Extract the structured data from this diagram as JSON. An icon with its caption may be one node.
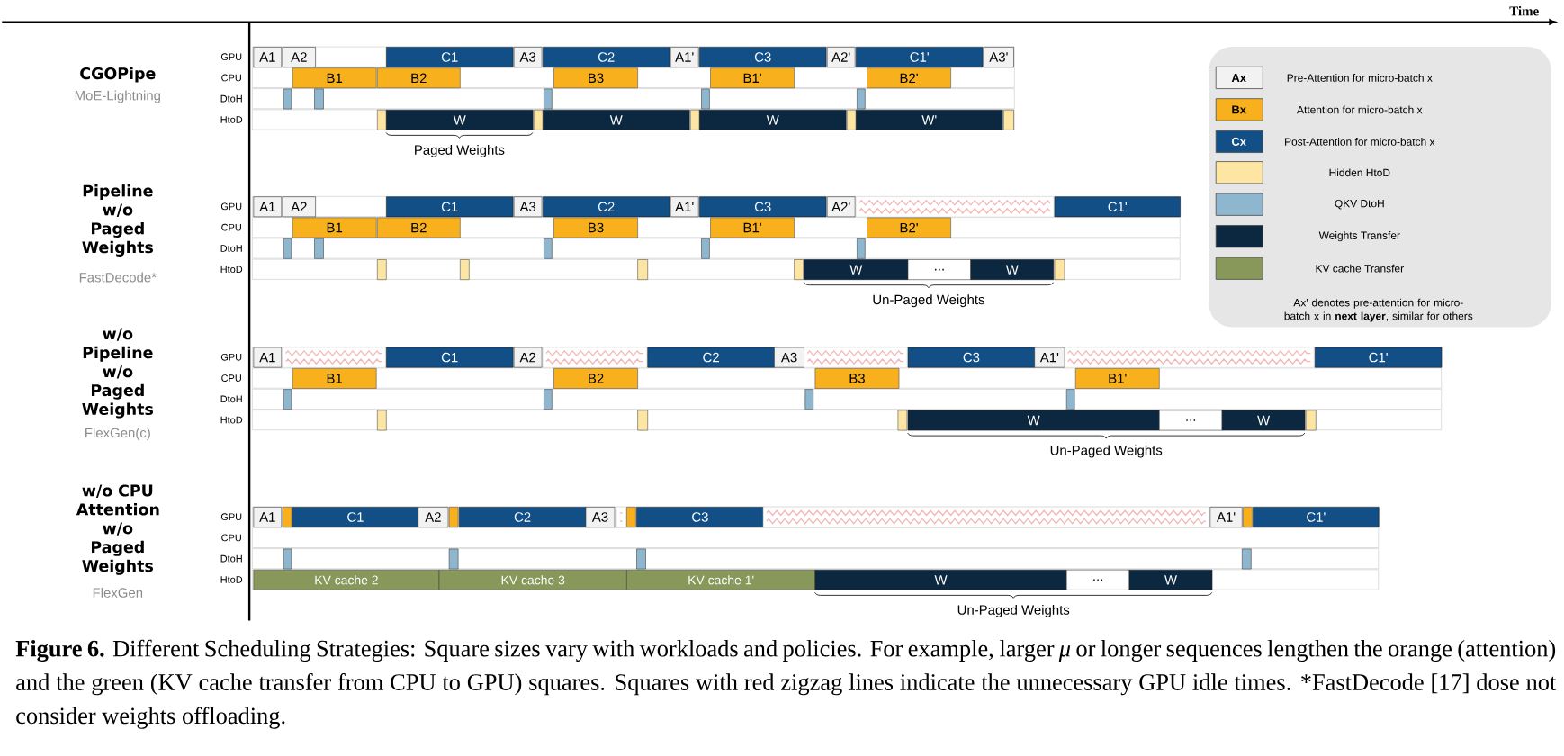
{
  "diagram": {
    "caption": "**Figure 6.** Different Scheduling Strategies: Square sizes vary with workloads and policies. For example, larger *μ* or longer sequences lengthen the orange (attention) and the green (KV cache transfer from CPU to GPU) squares. Squares with red zigzag lines indicate the unnecessary GPU idle times. *FastDecode [17] dose not consider weights offloading.",
    "nodes": [
      {
        "text": [
          "A1"
        ]
      },
      {
        "text": [
          "A2"
        ]
      },
      {
        "text": [
          "C1"
        ]
      },
      {
        "text": [
          "A3"
        ]
      },
      {
        "text": [
          "C2"
        ]
      },
      {
        "text": [
          "A1'"
        ]
      },
      {
        "text": [
          "C3"
        ]
      },
      {
        "text": [
          "A2'"
        ]
      },
      {
        "text": [
          "C1'"
        ]
      },
      {
        "text": [
          "A3'"
        ]
      },
      {
        "text": [
          "B1"
        ]
      },
      {
        "text": [
          "B2"
        ]
      },
      {
        "text": [
          "B3"
        ]
      },
      {
        "text": [
          "B1'"
        ]
      },
      {
        "text": [
          "B2'"
        ]
      },
      {
        "text": [],
        "shape": "box"
      },
      {
        "text": [],
        "shape": "box"
      },
      {
        "text": [],
        "shape": "box"
      },
      {
        "text": [],
        "shape": "box"
      },
      {
        "text": [],
        "shape": "box"
      },
      {
        "text": [],
        "shape": "box"
      },
      {
        "text": [
          "W"
        ]
      },
      {
        "text": [],
        "shape": "box"
      },
      {
        "text": [
          "W"
        ]
      },
      {
        "text": [],
        "shape": "box"
      },
      {
        "text": [
          "W"
        ]
      },
      {
        "text": [],
        "shape": "box"
      },
      {
        "text": [
          "W'"
        ]
      },
      {
        "text": [],
        "shape": "box"
      },
      {
        "text": [
          "A1"
        ]
      },
      {
        "text": [
          "A2"
        ]
      },
      {
        "text": [
          "C1"
        ]
      },
      {
        "text": [
          "A3"
        ]
      },
      {
        "text": [
          "C2"
        ]
      },
      {
        "text": [
          "A1'"
        ]
      },
      {
        "text": [
          "C3"
        ]
      },
      {
        "text": [
          "A2'"
        ]
      },
      {
        "text": [],
        "shape": "box"
      },
      {
        "text": [
          "C1'"
        ]
      },
      {
        "text": [
          "B1"
        ]
      },
      {
        "text": [
          "B2"
        ]
      },
      {
        "text": [
          "B3"
        ]
      },
      {
        "text": [
          "B1'"
        ]
      },
      {
        "text": [
          "B2'"
        ]
      },
      {
        "text": [],
        "shape": "box"
      },
      {
        "text": [],
        "shape": "box"
      },
      {
        "text": [],
        "shape": "box"
      },
      {
        "text": [],
        "shape": "box"
      },
      {
        "text": [],
        "shape": "box"
      },
      {
        "text": [],
        "shape": "box"
      },
      {
        "text": [],
        "shape": "box"
      },
      {
        "text": [],
        "shape": "box"
      },
      {
        "text": [],
        "shape": "box"
      },
      {
        "text": [
          "W"
        ]
      },
      {
        "text": [
          "..."
        ]
      },
      {
        "text": [
          "W"
        ]
      },
      {
        "text": [],
        "shape": "box"
      },
      {
        "text": [
          "A1"
        ]
      },
      {
        "text": [],
        "shape": "box"
      },
      {
        "text": [
          "C1"
        ]
      },
      {
        "text": [
          "A2"
        ]
      },
      {
        "text": [],
        "shape": "box"
      },
      {
        "text": [
          "C2"
        ]
      },
      {
        "text": [
          "A3"
        ]
      },
      {
        "text": [],
        "shape": "box"
      },
      {
        "text": [
          "C3"
        ]
      },
      {
        "text": [
          "A1'"
        ]
      },
      {
        "text": [],
        "shape": "box"
      },
      {
        "text": [
          "C1'"
        ]
      },
      {
        "text": [
          "B1"
        ]
      },
      {
        "text": [
          "B2"
        ]
      },
      {
        "text": [
          "B3"
        ]
      },
      {
        "text": [
          "B1'"
        ]
      },
      {
        "text": [],
        "shape": "box"
      },
      {
        "text": [],
        "shape": "box"
      },
      {
        "text": [],
        "shape": "box"
      },
      {
        "text": [],
        "shape": "box"
      },
      {
        "text": [],
        "shape": "box"
      },
      {
        "text": [],
        "shape": "box"
      },
      {
        "text": [],
        "shape": "box"
      },
      {
        "text": [
          "W"
        ]
      },
      {
        "text": [
          "..."
        ]
      },
      {
        "text": [
          "W"
        ]
      },
      {
        "text": [],
        "shape": "box"
      },
      {
        "text": [
          "A1"
        ]
      },
      {
        "text": [],
        "shape": "box"
      },
      {
        "text": [
          "C1"
        ]
      },
      {
        "text": [
          "A2"
        ]
      },
      {
        "text": [],
        "shape": "box"
      },
      {
        "text": [
          "C2"
        ]
      },
      {
        "text": [
          "A3"
        ]
      },
      {
        "text": [],
        "shape": "box"
      },
      {
        "text": [],
        "shape": "box"
      },
      {
        "text": [
          "C3"
        ]
      },
      {
        "text": [],
        "shape": "box"
      },
      {
        "text": [
          "A1'"
        ]
      },
      {
        "text": [],
        "shape": "box"
      },
      {
        "text": [
          "C1'"
        ]
      },
      {
        "text": [],
        "shape": "box"
      },
      {
        "text": [],
        "shape": "box"
      },
      {
        "text": [],
        "shape": "box"
      },
      {
        "text": [],
        "shape": "box"
      },
      {
        "text": [
          "KV cache 2"
        ]
      },
      {
        "text": [
          "KV cache 3"
        ]
      },
      {
        "text": [
          "KV cache 1'"
        ]
      },
      {
        "text": [
          "W"
        ]
      },
      {
        "text": [
          "..."
        ]
      },
      {
        "text": [
          "W"
        ]
      }
    ],
    "labels": [
      "Time",
      "CGOPipe",
      "MoE-Lightning",
      "GPU",
      "CPU",
      "DtoH",
      "HtoD",
      "Paged Weights",
      "Pipeline w/o Paged Weights",
      "FastDecode*",
      "GPU",
      "CPU",
      "DtoH",
      "HtoD",
      "Un-Paged Weights",
      "w/o Pipeline w/o Paged Weights",
      "FlexGen(c)",
      "GPU",
      "CPU",
      "DtoH",
      "HtoD",
      "Un-Paged Weights",
      "w/o CPU Attention w/o Paged Weights",
      "FlexGen",
      "GPU",
      "CPU",
      "DtoH",
      "HtoD",
      "Un-Paged Weights",
      "Ax",
      "Bx",
      "Cx",
      "Ax' denotes pre-attention for micro-batch x in **next layer**, similar for others"
    ],
    "legend": [
      {
        "text": "Pre-Attention for micro-batch x",
        "color": "#f2f2f2"
      },
      {
        "text": "Attention for micro-batch x",
        "color": "#f8b11c"
      },
      {
        "text": "Post-Attention for micro-batch x",
        "color": "#114f86"
      },
      {
        "text": "Hidden HtoD",
        "color": "#fde6a4"
      },
      {
        "text": "QKV DtoH",
        "color": "#8fb6cf"
      },
      {
        "text": "Weights Transfer",
        "color": "#0b2840"
      },
      {
        "text": "KV cache Transfer",
        "color": "#88985a"
      }
    ]
  }
}
